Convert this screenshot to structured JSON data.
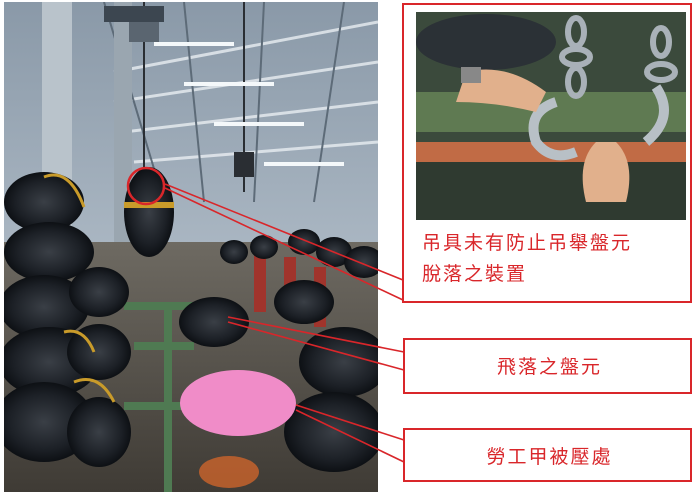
{
  "callouts": {
    "lifting_device_line1": "吊具未有防止吊舉盤元",
    "lifting_device_line2": "脫落之裝置",
    "falling_coil": "飛落之盤元",
    "worker_crushed": "勞工甲被壓處"
  },
  "colors": {
    "accent_red": "#d9262a",
    "privacy_mask": "#f08cc8"
  },
  "icons": {
    "inset_photo": "lifting-hook-closeup",
    "privacy_mask": "pink-ellipse-mask"
  }
}
